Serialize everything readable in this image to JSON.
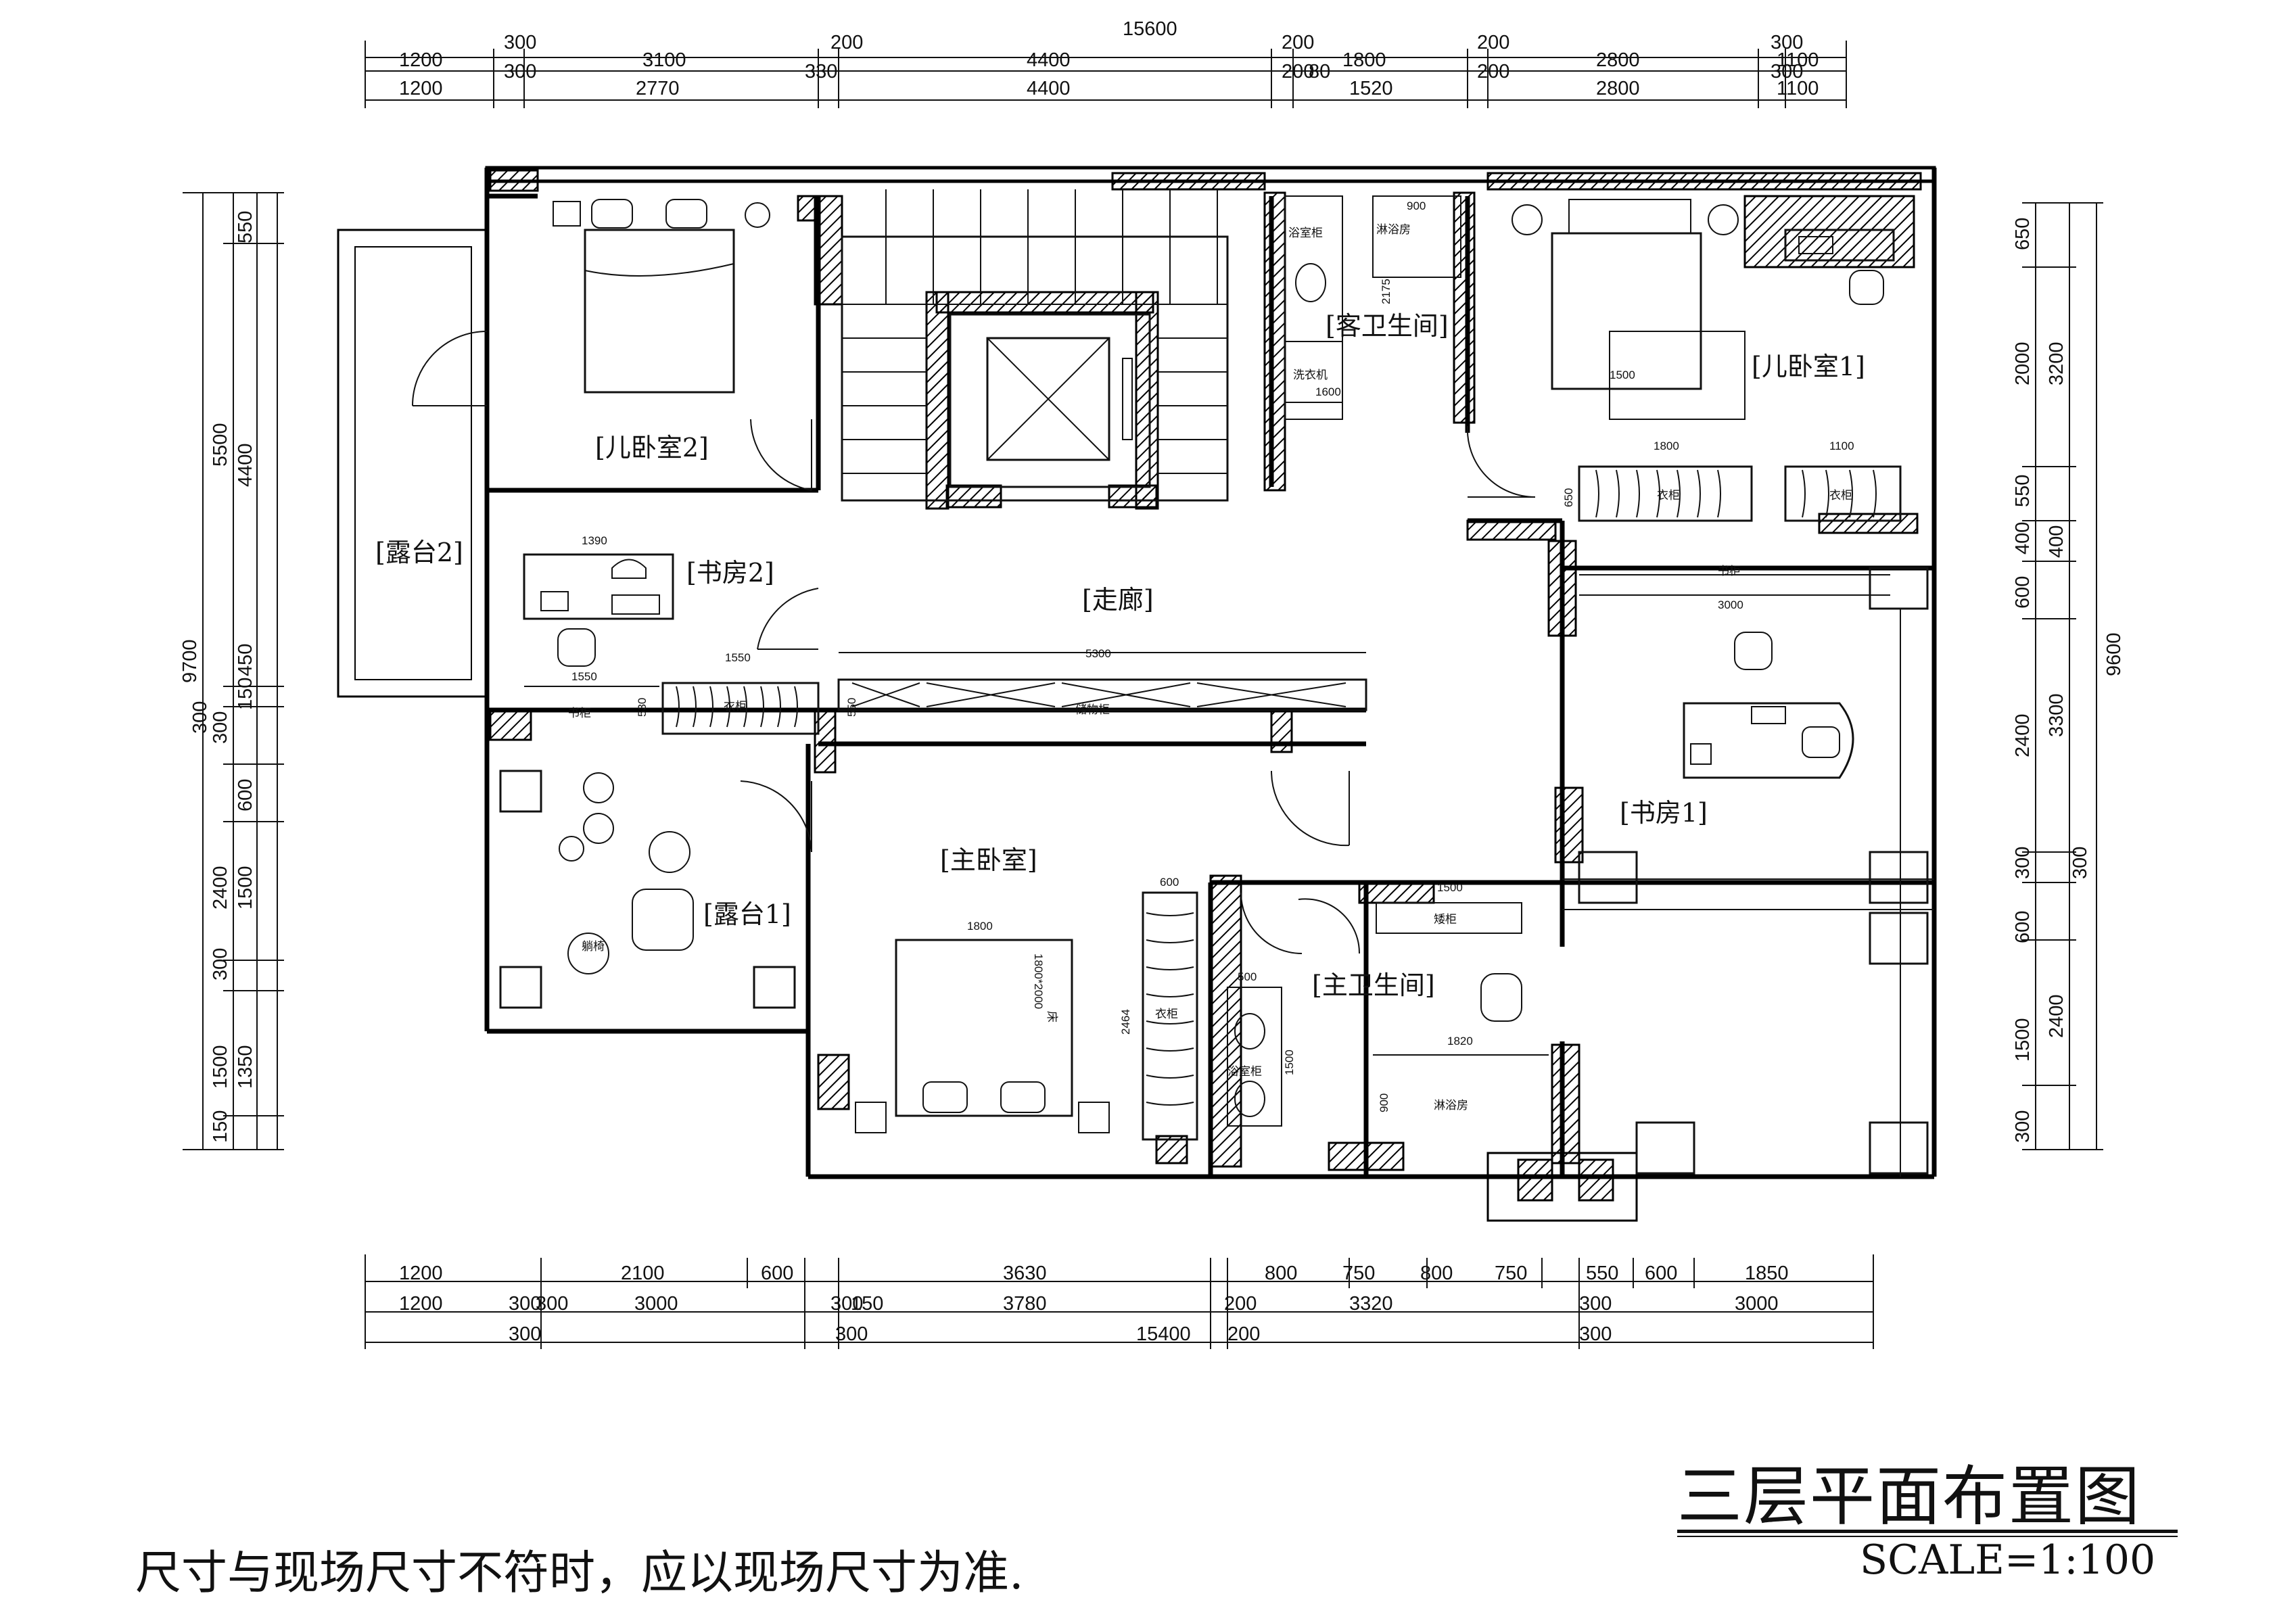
{
  "drawing": {
    "title": "三层平面布置图",
    "scale": "SCALE=1:100",
    "note": "尺寸与现场尺寸不符时，应以现场尺寸为准."
  },
  "rooms": {
    "kids_bedroom_2": "[儿卧室2]",
    "study_2": "[书房2]",
    "terrace_2": "[露台2]",
    "corridor": "[走廊]",
    "guest_bathroom": "[客卫生间]",
    "kids_bedroom_1": "[儿卧室1]",
    "study_1": "[书房1]",
    "master_bedroom": "[主卧室]",
    "terrace_1": "[露台1]",
    "master_bathroom": "[主卫生间]"
  },
  "fixtures": {
    "vanity_top": "浴室柜",
    "shower_top": "淋浴房",
    "washer": "洗衣机",
    "storage": "储物柜",
    "bookcase_2": "书柜",
    "wardrobe_2": "衣柜",
    "wardrobe_1": "衣柜",
    "wardrobe_1b": "衣柜",
    "bookcase_1": "书柜",
    "master_wardrobe": "衣柜",
    "vanity_master": "浴室柜",
    "shower_master": "淋浴房",
    "low_cabinet": "矮柜",
    "bed_label": "1800*2000",
    "lounge_chair": "躺椅",
    "bed_note": "床"
  },
  "inner_dims": {
    "d900": "900",
    "d2175": "2175",
    "d1600": "1600",
    "d1500a": "1500",
    "d1800a": "1800",
    "d1100": "1100",
    "d650": "650",
    "d1390": "1390",
    "d1550a": "1550",
    "d1550b": "1550",
    "d530": "530",
    "d5300": "5300",
    "d550": "550",
    "d3000": "3000",
    "d1800b": "1800",
    "d600": "600",
    "d2464": "2464",
    "d500": "500",
    "d1500b": "1500",
    "d1500c": "1500",
    "d1820": "1820",
    "d900b": "900"
  },
  "top_dims": {
    "overall": "15600",
    "row1": [
      "1200",
      "300",
      "3100",
      "200",
      "4400",
      "200",
      "1800",
      "200",
      "2800",
      "300",
      "1100"
    ],
    "row2": [
      "1200",
      "300",
      "2770",
      "330",
      "4400",
      "200",
      "80",
      "1520",
      "200",
      "2800",
      "300",
      "1100"
    ]
  },
  "bottom_dims": {
    "row1": [
      "1200",
      "2100",
      "600",
      "3630",
      "800",
      "750",
      "800",
      "750",
      "550",
      "600",
      "1850"
    ],
    "row2": [
      "1200",
      "300",
      "300",
      "3000",
      "300",
      "150",
      "3780",
      "200",
      "3320",
      "300",
      "3000"
    ],
    "row3": [
      "300",
      "300",
      "15400",
      "200",
      "300"
    ]
  },
  "left_dims": {
    "overall": "9700",
    "row_outer": [
      "5500",
      "300"
    ],
    "row_inner": [
      "550",
      "4400",
      "150",
      "600",
      "2400",
      "300",
      "1350",
      "150"
    ],
    "row_mid": [
      "300",
      "450",
      "1500",
      "1500"
    ]
  },
  "right_dims": {
    "overall": "9600",
    "row_inner": [
      "650",
      "2000",
      "550",
      "400",
      "600",
      "2400",
      "300",
      "600",
      "1500",
      "300"
    ],
    "row_outer": [
      "3200",
      "400",
      "3300",
      "2400",
      "300"
    ]
  }
}
